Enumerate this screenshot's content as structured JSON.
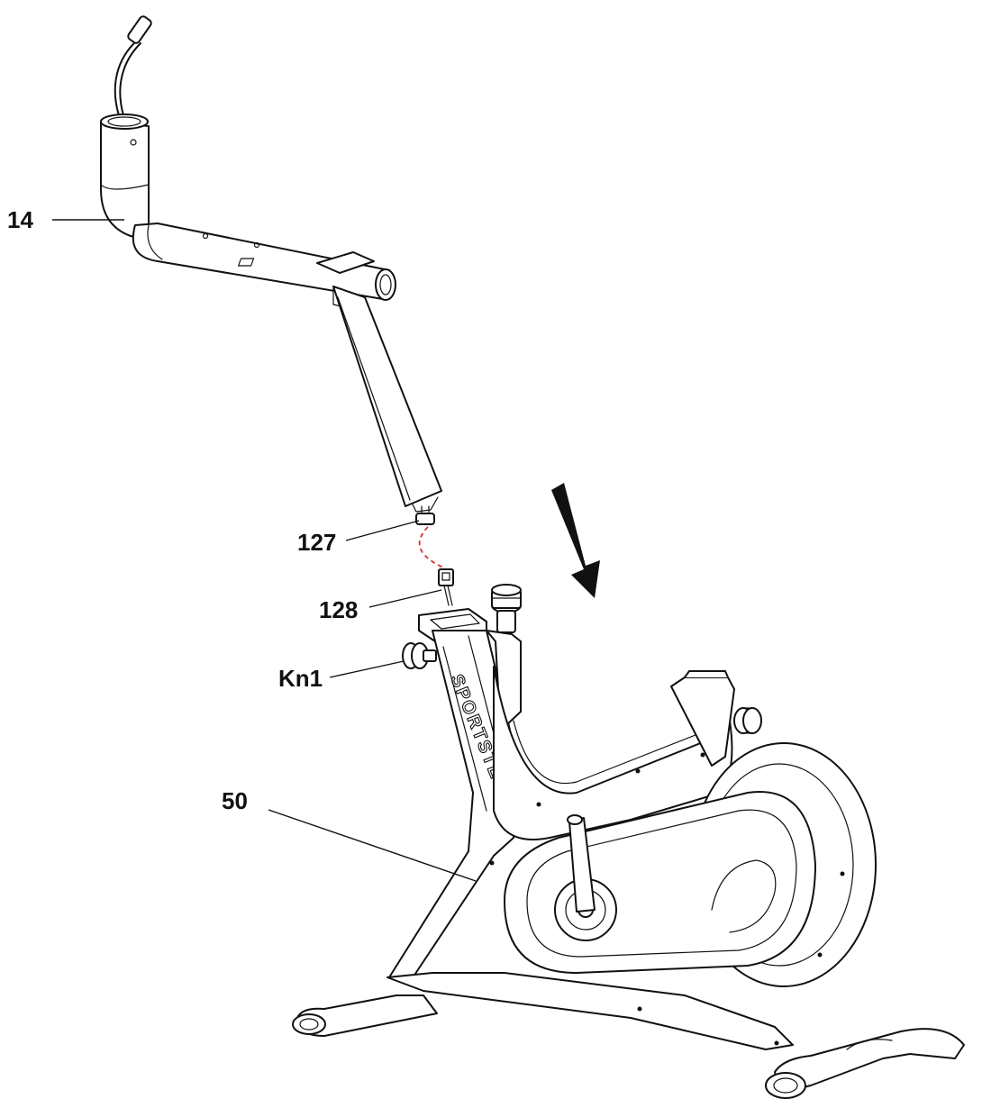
{
  "callouts": {
    "handlebar": "14",
    "connector_upper": "127",
    "connector_lower": "128",
    "knob": "Kn1",
    "frame": "50"
  },
  "brand_text": "SPORTSTECH",
  "colors": {
    "line": "#111111",
    "cable_dash": "#d9302b",
    "background": "#ffffff"
  }
}
